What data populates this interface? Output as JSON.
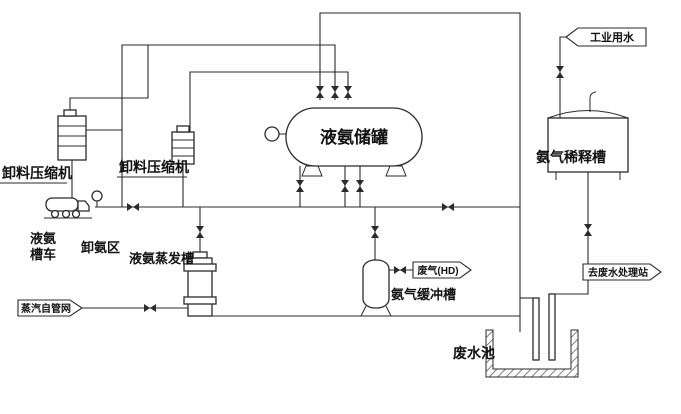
{
  "diagram": {
    "equipment": {
      "compressor_left": "卸料压缩机",
      "compressor_right": "卸料压缩机",
      "truck_label_line1": "液氨",
      "truck_label_line2": "槽车",
      "unloading_area": "卸氨区",
      "evaporation_tank": "液氨蒸发槽",
      "storage_tank": "液氨储罐",
      "dilution_tank": "氨气稀释槽",
      "buffer_tank": "氨气缓冲槽",
      "wastewater_pool": "废水池"
    },
    "streams": {
      "industrial_water": "工业用水",
      "steam_supply": "蒸汽自管网",
      "waste_gas": "废气(HD)",
      "to_wastewater_treatment": "去废水处理站"
    },
    "colors": {
      "line": "#2b2b2b",
      "text": "#111111",
      "background": "#ffffff"
    }
  }
}
